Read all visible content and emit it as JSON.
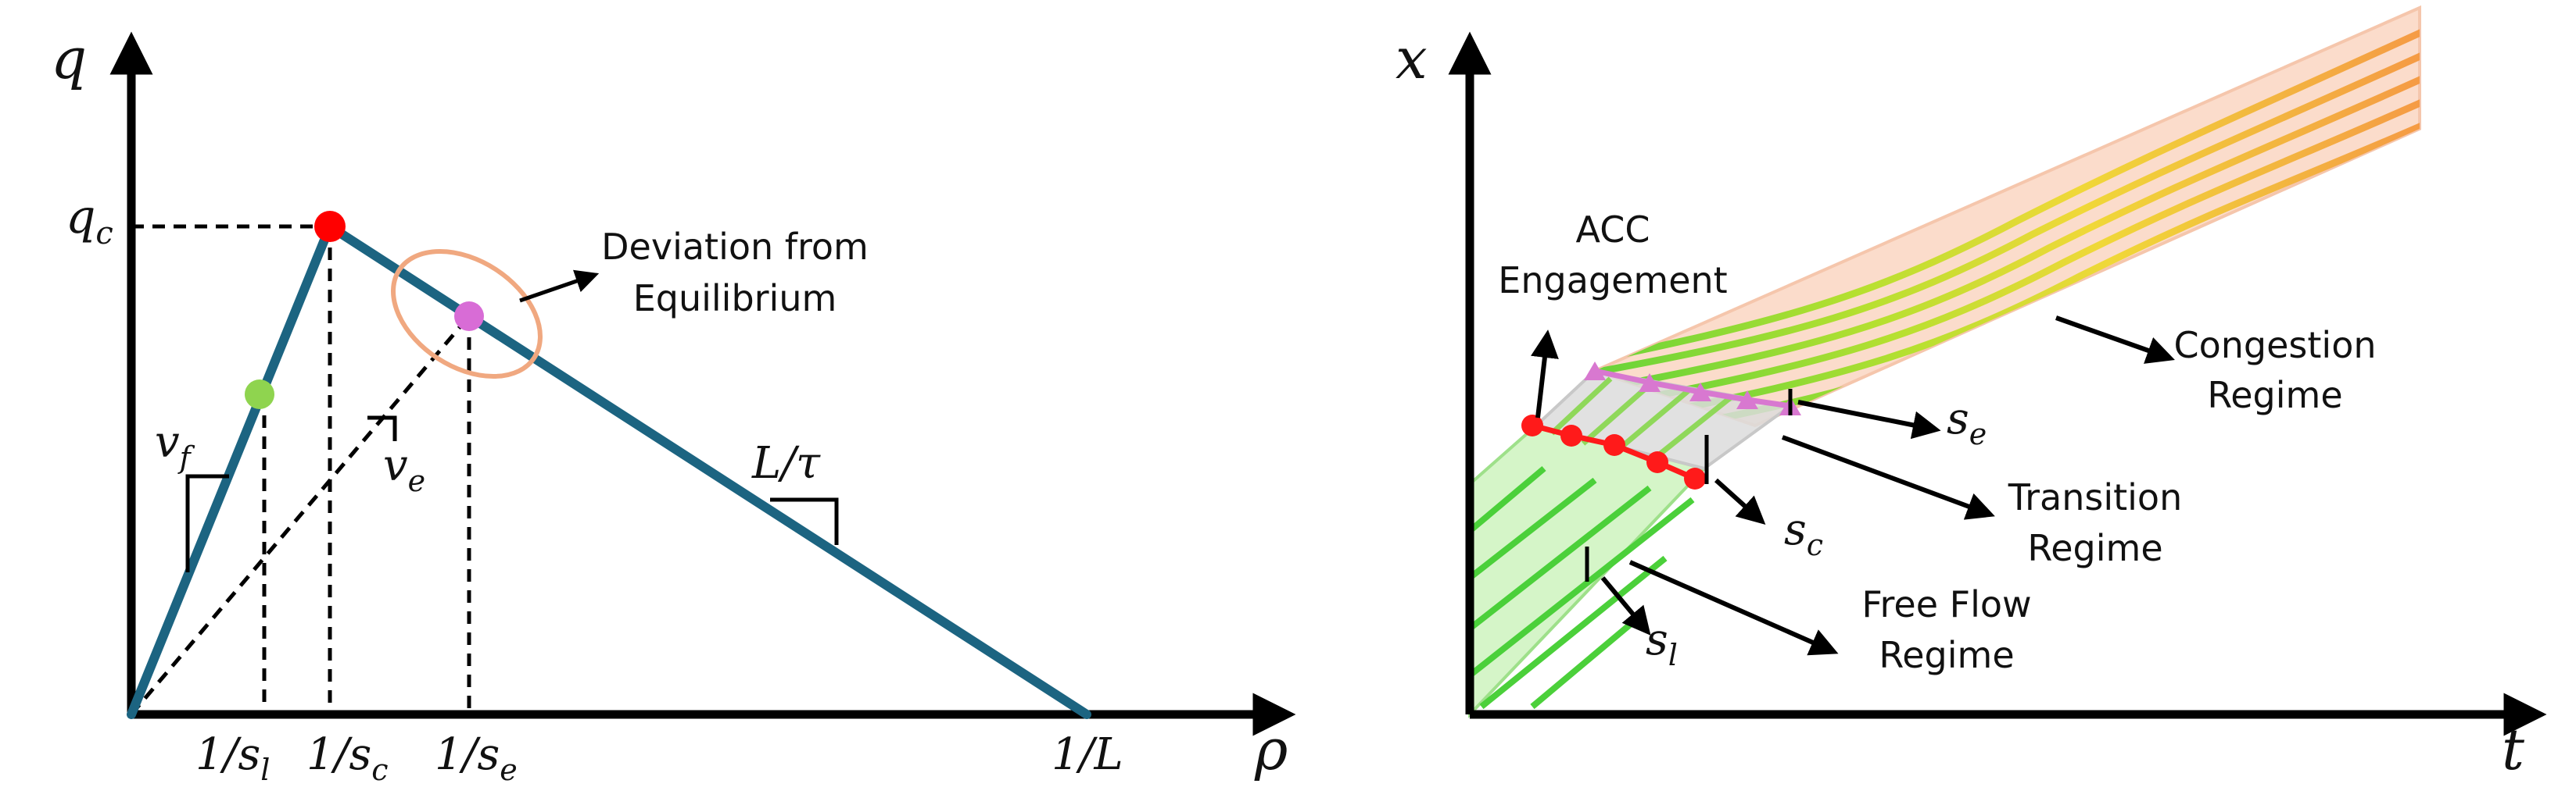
{
  "left": {
    "axes": {
      "y": "q",
      "y_sub": "",
      "x": "ρ"
    },
    "critical_label": {
      "base": "q",
      "sub": "c"
    },
    "annotation": [
      "Deviation from",
      "Equilibrium"
    ],
    "slopes": {
      "vf": {
        "base": "v",
        "sub": "f"
      },
      "ve": {
        "base": "v",
        "sub": "e"
      },
      "wave": "L/τ"
    },
    "x_ticks": [
      {
        "base": "1/s",
        "sub": "l"
      },
      {
        "base": "1/s",
        "sub": "c"
      },
      {
        "base": "1/s",
        "sub": "e"
      },
      {
        "base": "1/L",
        "sub": ""
      }
    ],
    "colors": {
      "diagram_line": "#1c6481",
      "critical_point": "#ff0000",
      "free_flow_point": "#8fd44f",
      "equilibrium_point": "#d86cd6",
      "deviation_ellipse": "#f0a880"
    }
  },
  "right": {
    "axes": {
      "y": "x",
      "x": "t"
    },
    "labels": {
      "acc": [
        "ACC",
        "Engagement"
      ],
      "congestion": [
        "Congestion",
        "Regime"
      ],
      "transition": [
        "Transition",
        "Regime"
      ],
      "free_flow": [
        "Free Flow",
        "Regime"
      ]
    },
    "spacings": {
      "se": {
        "base": "s",
        "sub": "e"
      },
      "sc": {
        "base": "s",
        "sub": "c"
      },
      "sl": {
        "base": "s",
        "sub": "l"
      }
    },
    "colors": {
      "free_flow_band": "#d5f5c8",
      "free_flow_lines": "#4bd03a",
      "transition_band": "#dcdcdc",
      "congestion_band": "#fbdccb",
      "trajectory_red": "#ff1a1a",
      "trajectory_purple": "#d878d0"
    }
  }
}
